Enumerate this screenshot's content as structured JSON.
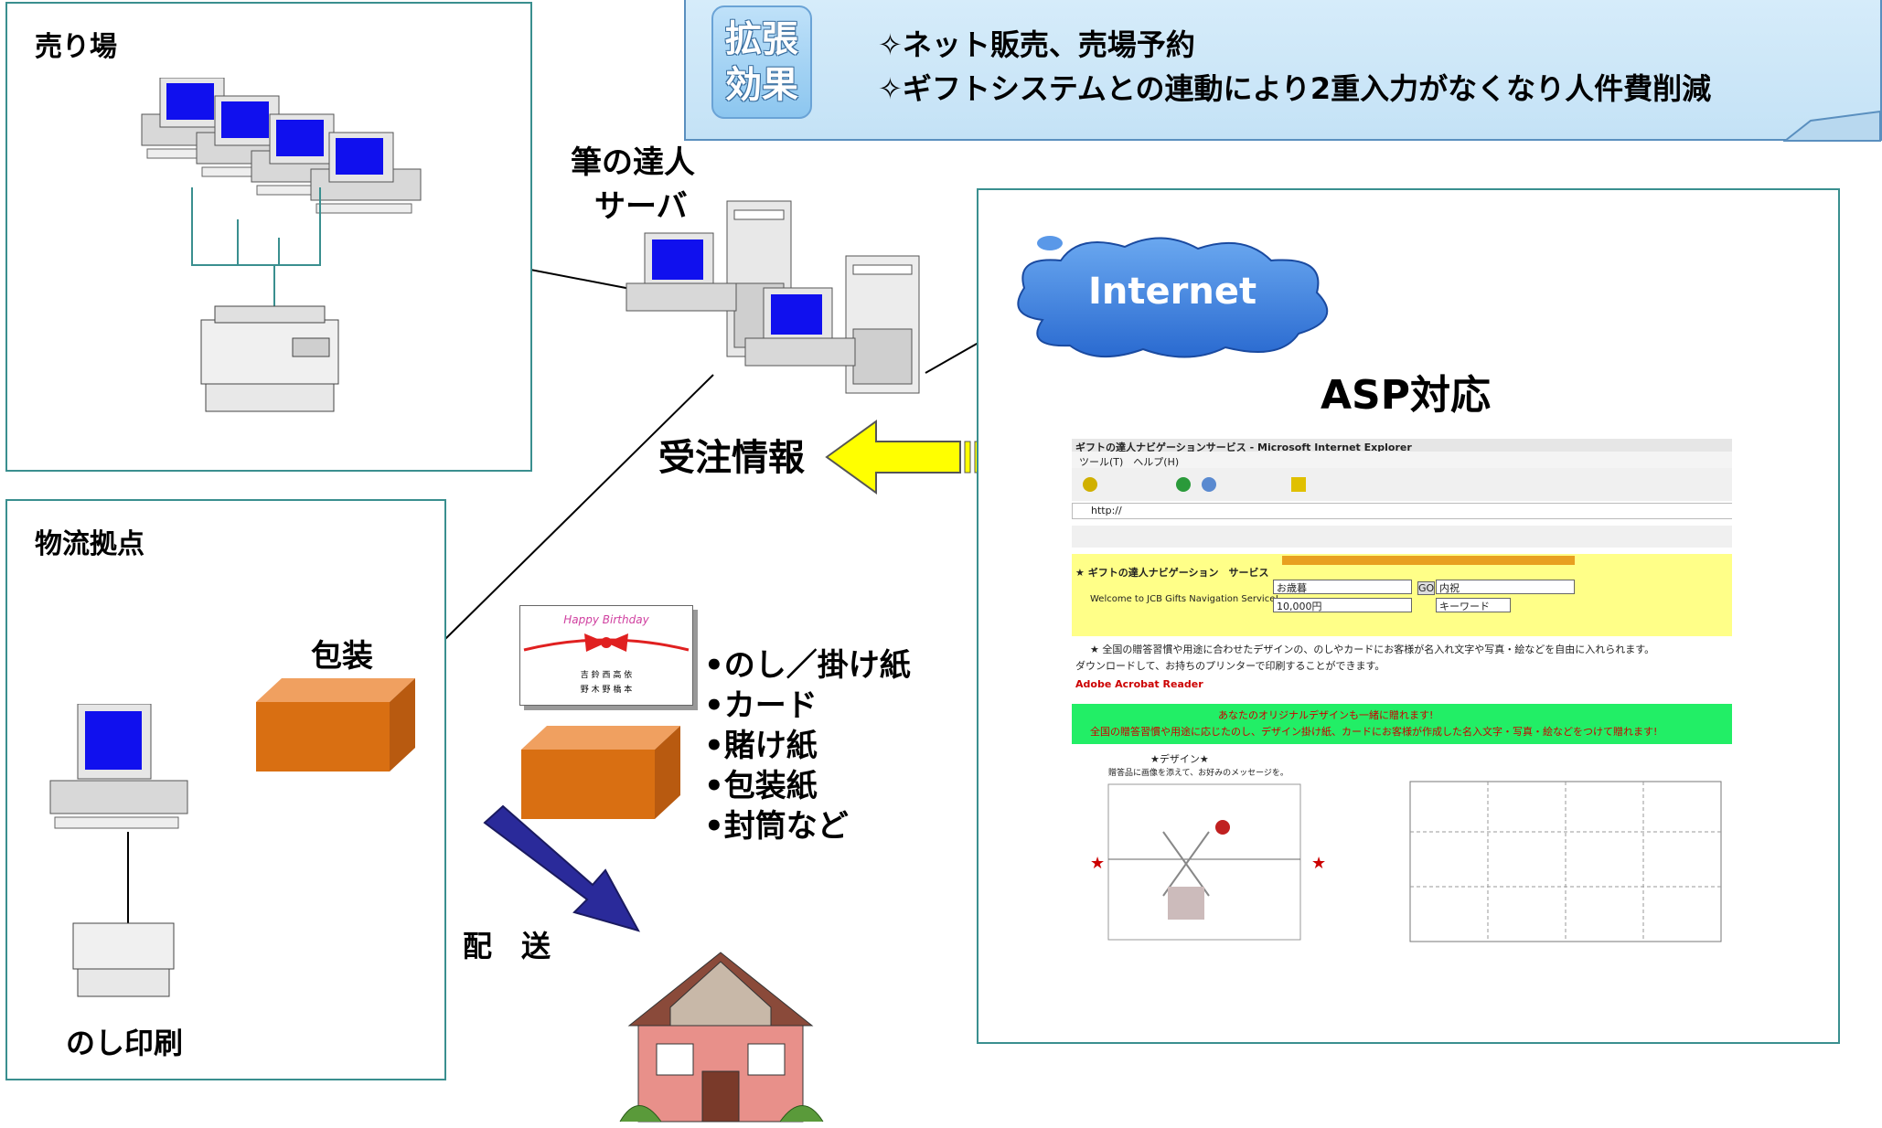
{
  "callout": {
    "badge": [
      "拡張",
      "効果"
    ],
    "effects": [
      "✧ネット販売、売場予約",
      "✧ギフトシステムとの連動により2重入力がなくなり人件費削減"
    ]
  },
  "sales_floor": {
    "label": "売り場"
  },
  "server": {
    "label_line1": "筆の達人",
    "label_line2": "サーバ"
  },
  "order_info": {
    "label": "受注情報"
  },
  "logistics": {
    "label": "物流拠点",
    "packing_label": "包装",
    "print_label": "のし印刷"
  },
  "delivery": {
    "label": "配　送"
  },
  "card": {
    "banner": "Happy Birthday",
    "name1": "吉 鈴 西 高 依",
    "name2": "野 木 野 橋 本"
  },
  "supplies": [
    "•のし／掛け紙",
    "•カード",
    "•賭け紙",
    "•包装紙",
    "•封筒など"
  ],
  "internet": {
    "label": "Internet"
  },
  "asp": {
    "title": "ASP対応",
    "browser_title": "ギフトの達人ナビゲーションサービス - Microsoft Internet Explorer",
    "menu": "ツール(T)　ヘルプ(H)",
    "address": "http://",
    "nav_title": "★ ギフトの達人ナビゲーション　サービス",
    "nav_sub": "Welcome to JCB Gifts Navigation Service!",
    "select1": "お歳暮",
    "select2": "10,000円",
    "select3": "内祝",
    "select4": "キーワード",
    "go": "GO",
    "notice1": "★ 全国の贈答習慣や用途に合わせたデザインの、のしやカードにお客様が名入れ文字や写真・絵などを自由に入れられます。",
    "notice2": "ダウンロードして、お持ちのプリンターで印刷することができます。",
    "acrobat": "Adobe Acrobat Reader",
    "green_line1": "あなたのオリジナルデザインも一緒に贈れます!",
    "green_line2": "全国の贈答習慣や用途に応じたのし、デザイン掛け紙、カードにお客様が作成した名入文字・写真・絵などをつけて贈れます!",
    "design_title": "★デザイン★",
    "design_sub": "贈答品に画像を添えて、お好みのメッセージを。"
  },
  "colors": {
    "frame": "#3a8f8f",
    "screen": "#1010ee",
    "box_face": "#d96f12",
    "arrow_yellow": "#ffff00",
    "arrow_blue": "#2a2a9a",
    "callout_bg": "#cfe8f8"
  }
}
